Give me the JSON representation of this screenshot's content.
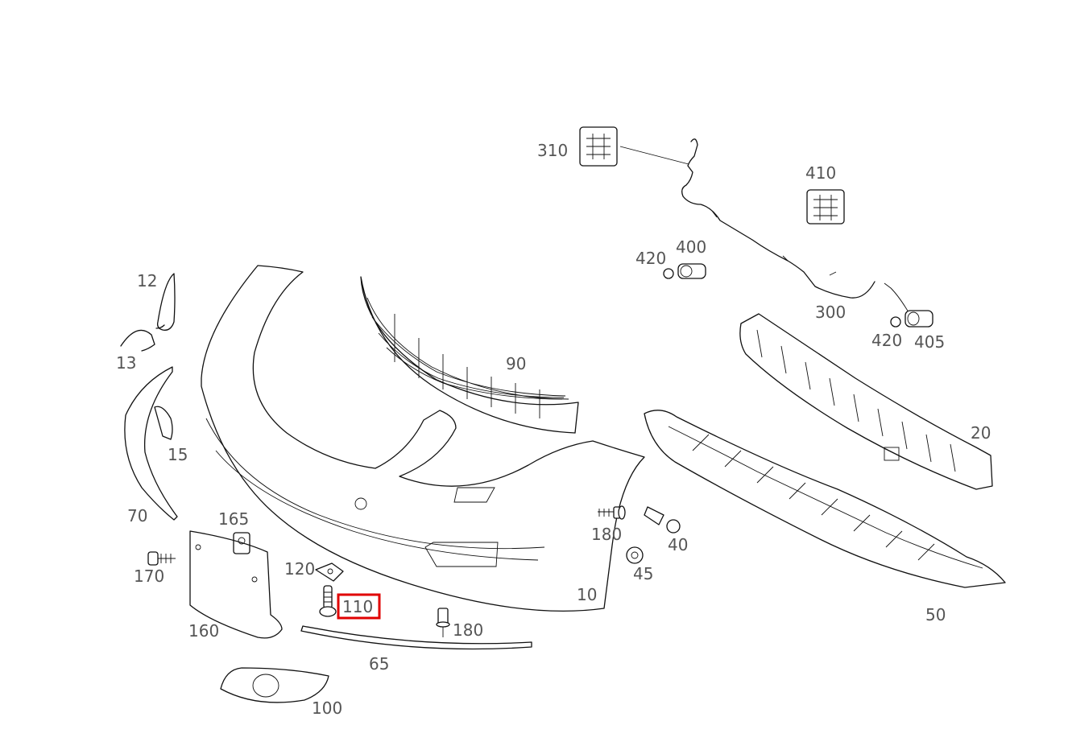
{
  "highlight_color": "#e00000",
  "labels": {
    "p310": "310",
    "p410": "410",
    "p420a": "420",
    "p400": "400",
    "p300": "300",
    "p420b": "420",
    "p405": "405",
    "p12": "12",
    "p13": "13",
    "p90": "90",
    "p20": "20",
    "p15": "15",
    "p70": "70",
    "p165": "165",
    "p180a": "180",
    "p40": "40",
    "p170": "170",
    "p45": "45",
    "p120": "120",
    "p110": "110",
    "p10": "10",
    "p50": "50",
    "p160": "160",
    "p180b": "180",
    "p65": "65",
    "p100": "100"
  },
  "highlighted_part": "110"
}
